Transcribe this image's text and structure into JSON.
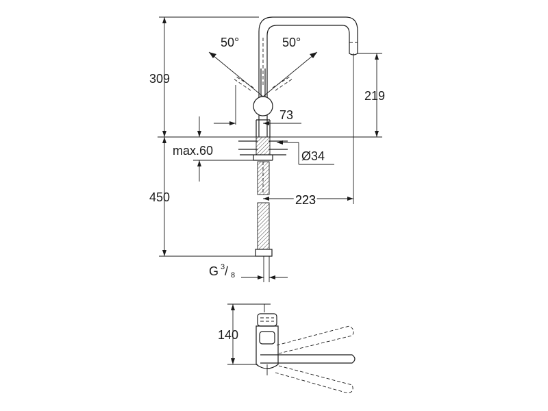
{
  "dimensions": {
    "height_above_counter": "309",
    "spout_height": "219",
    "lever_angle_left": "50°",
    "lever_angle_right": "50°",
    "lever_offset": "73",
    "max_counter_thickness": "max.60",
    "hole_diameter": "Ø34",
    "height_below_counter": "450",
    "spout_reach": "223",
    "connection_thread": "G",
    "connection_thread_numerator": "3",
    "connection_thread_slash": "/",
    "connection_thread_denominator": "8",
    "top_view_depth": "140"
  },
  "colors": {
    "line": "#1a1a1a",
    "background": "#ffffff"
  }
}
